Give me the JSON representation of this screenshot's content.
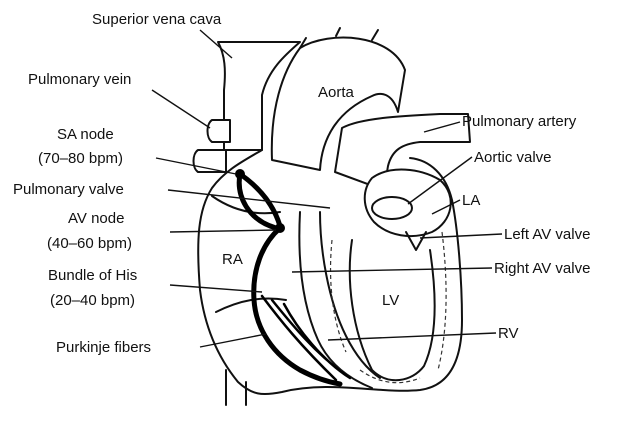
{
  "diagram": {
    "labels": {
      "superior_vena_cava": "Superior vena cava",
      "pulmonary_vein": "Pulmonary vein",
      "aorta": "Aorta",
      "pulmonary_artery": "Pulmonary artery",
      "sa_node": "SA node",
      "sa_node_rate": "(70–80 bpm)",
      "aortic_valve": "Aortic valve",
      "pulmonary_valve": "Pulmonary valve",
      "la": "LA",
      "av_node": "AV node",
      "av_node_rate": "(40–60 bpm)",
      "left_av_valve": "Left AV valve",
      "ra": "RA",
      "right_av_valve": "Right AV valve",
      "bundle_of_his": "Bundle of His",
      "bundle_of_his_rate": "(20–40 bpm)",
      "lv": "LV",
      "purkinje_fibers": "Purkinje fibers",
      "rv": "RV"
    },
    "colors": {
      "ink": "#111111",
      "background": "#ffffff"
    }
  }
}
